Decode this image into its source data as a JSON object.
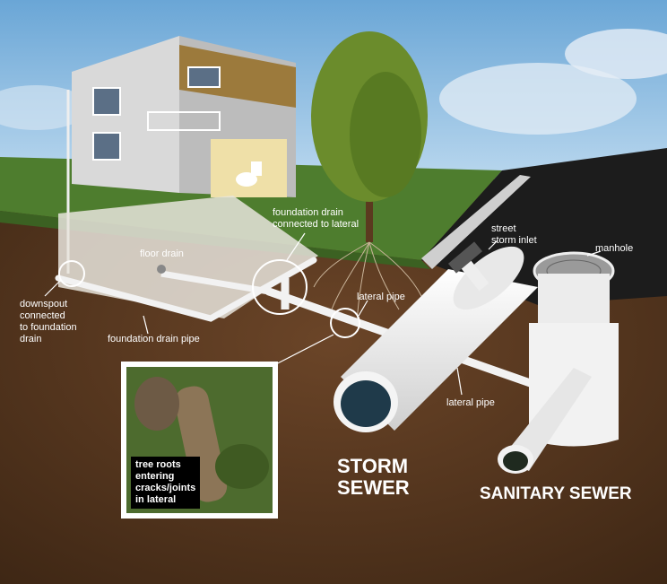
{
  "labels": {
    "foundation_drain_connected": "foundation drain\nconnected to lateral",
    "street_storm_inlet": "street\nstorm inlet",
    "manhole": "manhole",
    "floor_drain": "floor drain",
    "downspout": "downspout\nconnected\nto foundation\ndrain",
    "foundation_drain_pipe": "foundation drain pipe",
    "lateral_pipe_upper": "lateral pipe",
    "lateral_pipe_lower": "lateral pipe",
    "tree_roots": "tree roots\nentering\ncracks/joints\nin lateral",
    "storm_sewer": "STORM\nSEWER",
    "sanitary_sewer": "SANITARY SEWER"
  },
  "colors": {
    "sky": "#7fb3db",
    "grass": "#4e7d2e",
    "soil": "#5a3a22",
    "asphalt": "#1c1c1c",
    "pipe": "#f2f2f2",
    "pipe_inner": "#1f3a4a",
    "basement": "#e8e4dc",
    "house_wall": "#d9d9d9",
    "house_wood": "#9c7a3c"
  }
}
